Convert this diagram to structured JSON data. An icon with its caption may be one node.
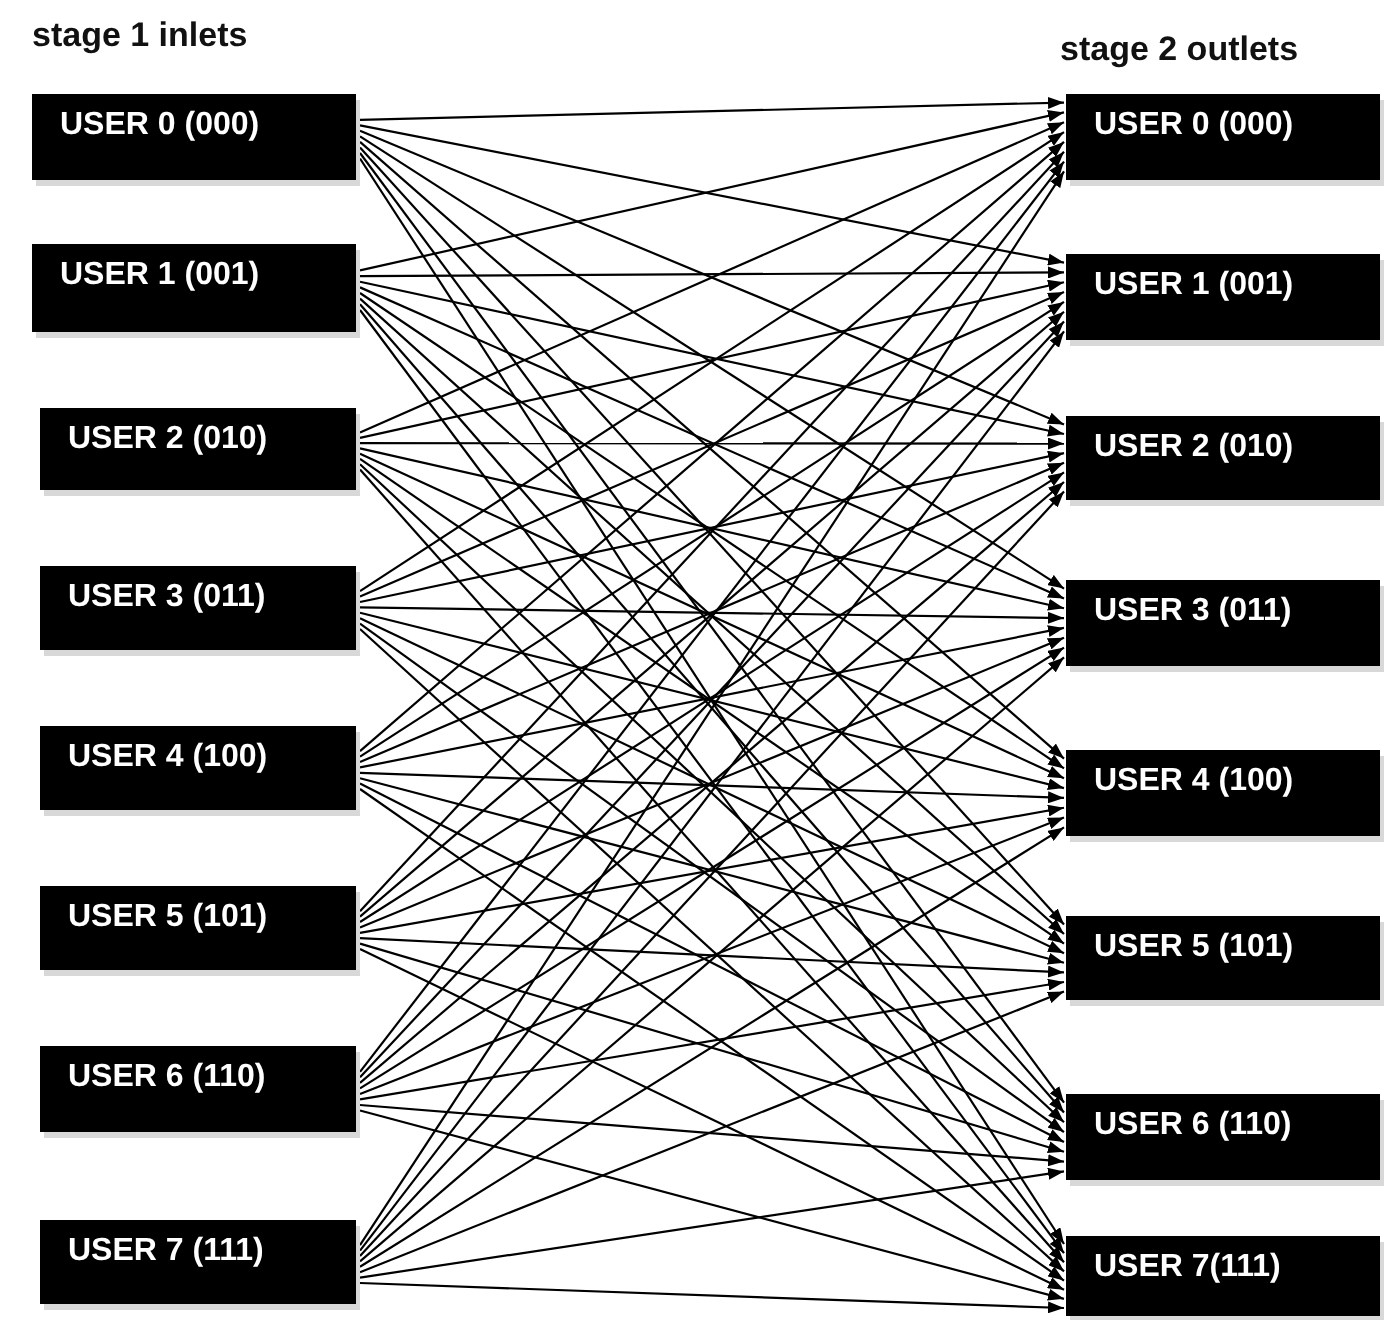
{
  "diagram": {
    "nodes": [
      {
        "text": [
          "USER 0 (000)"
        ]
      },
      {
        "text": [
          "USER 1 (001)"
        ]
      },
      {
        "text": [
          "USER 2 (010)"
        ]
      },
      {
        "text": [
          "USER 3 (011)"
        ]
      },
      {
        "text": [
          "USER 4 (100)"
        ]
      },
      {
        "text": [
          "USER 5 (101)"
        ]
      },
      {
        "text": [
          "USER 6 (110)"
        ]
      },
      {
        "text": [
          "USER 7 (111)"
        ]
      },
      {
        "text": [
          "USER 0 (000)"
        ]
      },
      {
        "text": [
          "USER 1 (001)"
        ]
      },
      {
        "text": [
          "USER 2 (010)"
        ]
      },
      {
        "text": [
          "USER 3 (011)"
        ]
      },
      {
        "text": [
          "USER 4 (100)"
        ]
      },
      {
        "text": [
          "USER 5 (101)"
        ]
      },
      {
        "text": [
          "USER 6 (110)"
        ]
      },
      {
        "text": [
          "USER 7(111)"
        ]
      }
    ],
    "edges": [
      {
        "from": 0,
        "to": 8,
        "arrow": "to"
      },
      {
        "from": 0,
        "to": 9,
        "arrow": "to"
      },
      {
        "from": 0,
        "to": 10,
        "arrow": "to"
      },
      {
        "from": 0,
        "to": 11,
        "arrow": "to"
      },
      {
        "from": 0,
        "to": 12,
        "arrow": "to"
      },
      {
        "from": 0,
        "to": 13,
        "arrow": "to"
      },
      {
        "from": 0,
        "to": 14,
        "arrow": "to"
      },
      {
        "from": 0,
        "to": 15,
        "arrow": "to"
      },
      {
        "from": 1,
        "to": 8,
        "arrow": "to"
      },
      {
        "from": 1,
        "to": 9,
        "arrow": "to"
      },
      {
        "from": 1,
        "to": 10,
        "arrow": "to"
      },
      {
        "from": 1,
        "to": 11,
        "arrow": "to"
      },
      {
        "from": 1,
        "to": 12,
        "arrow": "to"
      },
      {
        "from": 1,
        "to": 13,
        "arrow": "to"
      },
      {
        "from": 1,
        "to": 14,
        "arrow": "to"
      },
      {
        "from": 1,
        "to": 15,
        "arrow": "to"
      },
      {
        "from": 2,
        "to": 8,
        "arrow": "to"
      },
      {
        "from": 2,
        "to": 9,
        "arrow": "to"
      },
      {
        "from": 2,
        "to": 10,
        "arrow": "to"
      },
      {
        "from": 2,
        "to": 11,
        "arrow": "to"
      },
      {
        "from": 2,
        "to": 12,
        "arrow": "to"
      },
      {
        "from": 2,
        "to": 13,
        "arrow": "to"
      },
      {
        "from": 2,
        "to": 14,
        "arrow": "to"
      },
      {
        "from": 2,
        "to": 15,
        "arrow": "to"
      },
      {
        "from": 3,
        "to": 8,
        "arrow": "to"
      },
      {
        "from": 3,
        "to": 9,
        "arrow": "to"
      },
      {
        "from": 3,
        "to": 10,
        "arrow": "to"
      },
      {
        "from": 3,
        "to": 11,
        "arrow": "to"
      },
      {
        "from": 3,
        "to": 12,
        "arrow": "to"
      },
      {
        "from": 3,
        "to": 13,
        "arrow": "to"
      },
      {
        "from": 3,
        "to": 14,
        "arrow": "to"
      },
      {
        "from": 3,
        "to": 15,
        "arrow": "to"
      },
      {
        "from": 4,
        "to": 8,
        "arrow": "to"
      },
      {
        "from": 4,
        "to": 9,
        "arrow": "to"
      },
      {
        "from": 4,
        "to": 10,
        "arrow": "to"
      },
      {
        "from": 4,
        "to": 11,
        "arrow": "to"
      },
      {
        "from": 4,
        "to": 12,
        "arrow": "to"
      },
      {
        "from": 4,
        "to": 13,
        "arrow": "to"
      },
      {
        "from": 4,
        "to": 14,
        "arrow": "to"
      },
      {
        "from": 4,
        "to": 15,
        "arrow": "to"
      },
      {
        "from": 5,
        "to": 8,
        "arrow": "to"
      },
      {
        "from": 5,
        "to": 9,
        "arrow": "to"
      },
      {
        "from": 5,
        "to": 10,
        "arrow": "to"
      },
      {
        "from": 5,
        "to": 11,
        "arrow": "to"
      },
      {
        "from": 5,
        "to": 12,
        "arrow": "to"
      },
      {
        "from": 5,
        "to": 13,
        "arrow": "to"
      },
      {
        "from": 5,
        "to": 14,
        "arrow": "to"
      },
      {
        "from": 5,
        "to": 15,
        "arrow": "to"
      },
      {
        "from": 6,
        "to": 8,
        "arrow": "to"
      },
      {
        "from": 6,
        "to": 9,
        "arrow": "to"
      },
      {
        "from": 6,
        "to": 10,
        "arrow": "to"
      },
      {
        "from": 6,
        "to": 11,
        "arrow": "to"
      },
      {
        "from": 6,
        "to": 12,
        "arrow": "to"
      },
      {
        "from": 6,
        "to": 13,
        "arrow": "to"
      },
      {
        "from": 6,
        "to": 14,
        "arrow": "to"
      },
      {
        "from": 6,
        "to": 15,
        "arrow": "to"
      },
      {
        "from": 7,
        "to": 8,
        "arrow": "to"
      },
      {
        "from": 7,
        "to": 9,
        "arrow": "to"
      },
      {
        "from": 7,
        "to": 10,
        "arrow": "to"
      },
      {
        "from": 7,
        "to": 11,
        "arrow": "to"
      },
      {
        "from": 7,
        "to": 12,
        "arrow": "to"
      },
      {
        "from": 7,
        "to": 13,
        "arrow": "to"
      },
      {
        "from": 7,
        "to": 14,
        "arrow": "to"
      },
      {
        "from": 7,
        "to": 15,
        "arrow": "to"
      }
    ],
    "labels": [
      "stage 1 inlets",
      "stage 2 outlets"
    ]
  }
}
